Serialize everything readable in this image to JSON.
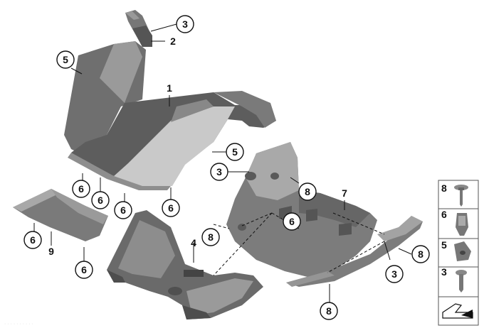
{
  "diagram": {
    "parts": {
      "p1": "1",
      "p2": "2",
      "p4": "4",
      "p7": "7",
      "p9": "9"
    },
    "callouts": {
      "c3_top": "3",
      "c5_left": "5",
      "c5_mid": "5",
      "c3_mid": "3",
      "c8_right": "8",
      "c6_a": "6",
      "c6_b": "6",
      "c6_c": "6",
      "c6_d": "6",
      "c6_e": "6",
      "c6_f": "6",
      "c8_small": "8",
      "c6_center": "6",
      "c8_bottom_right": "8",
      "c3_bottom": "3",
      "c8_bottom": "8"
    }
  },
  "legend": {
    "items": [
      {
        "number": "8",
        "icon": "screw-flange-icon"
      },
      {
        "number": "6",
        "icon": "spring-clip-icon"
      },
      {
        "number": "5",
        "icon": "cage-nut-icon"
      },
      {
        "number": "3",
        "icon": "screw-icon"
      }
    ],
    "footer_icon": "arrow-wedge-icon"
  },
  "colors": {
    "part_dark": "#6f6f6f",
    "part_mid": "#8a8a8a",
    "part_light": "#c9c9c9",
    "part_shadow": "#555555",
    "line": "#111111"
  }
}
